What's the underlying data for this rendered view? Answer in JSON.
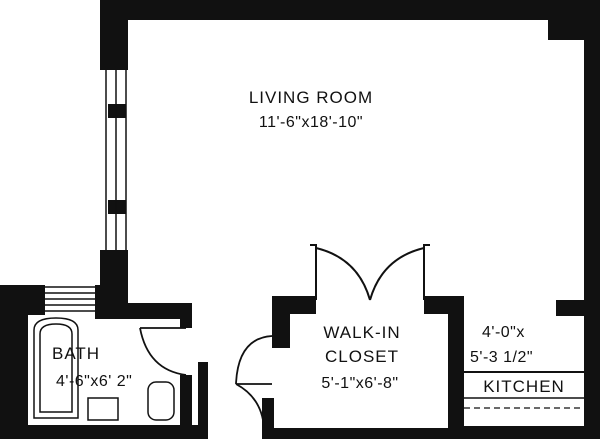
{
  "rooms": {
    "living": {
      "name": "LIVING ROOM",
      "dims": "11'-6\"x18'-10\""
    },
    "closet": {
      "name_line1": "WALK-IN",
      "name_line2": "CLOSET",
      "dims": "5'-1\"x6'-8\""
    },
    "bath": {
      "name": "BATH",
      "dims": "4'-6\"x6' 2\""
    },
    "kitchen": {
      "dims_line1": "4'-0\"x",
      "dims_line2": "5'-3 1/2\"",
      "name": "KITCHEN"
    }
  },
  "colors": {
    "wall": "#111111",
    "background": "#ffffff"
  }
}
